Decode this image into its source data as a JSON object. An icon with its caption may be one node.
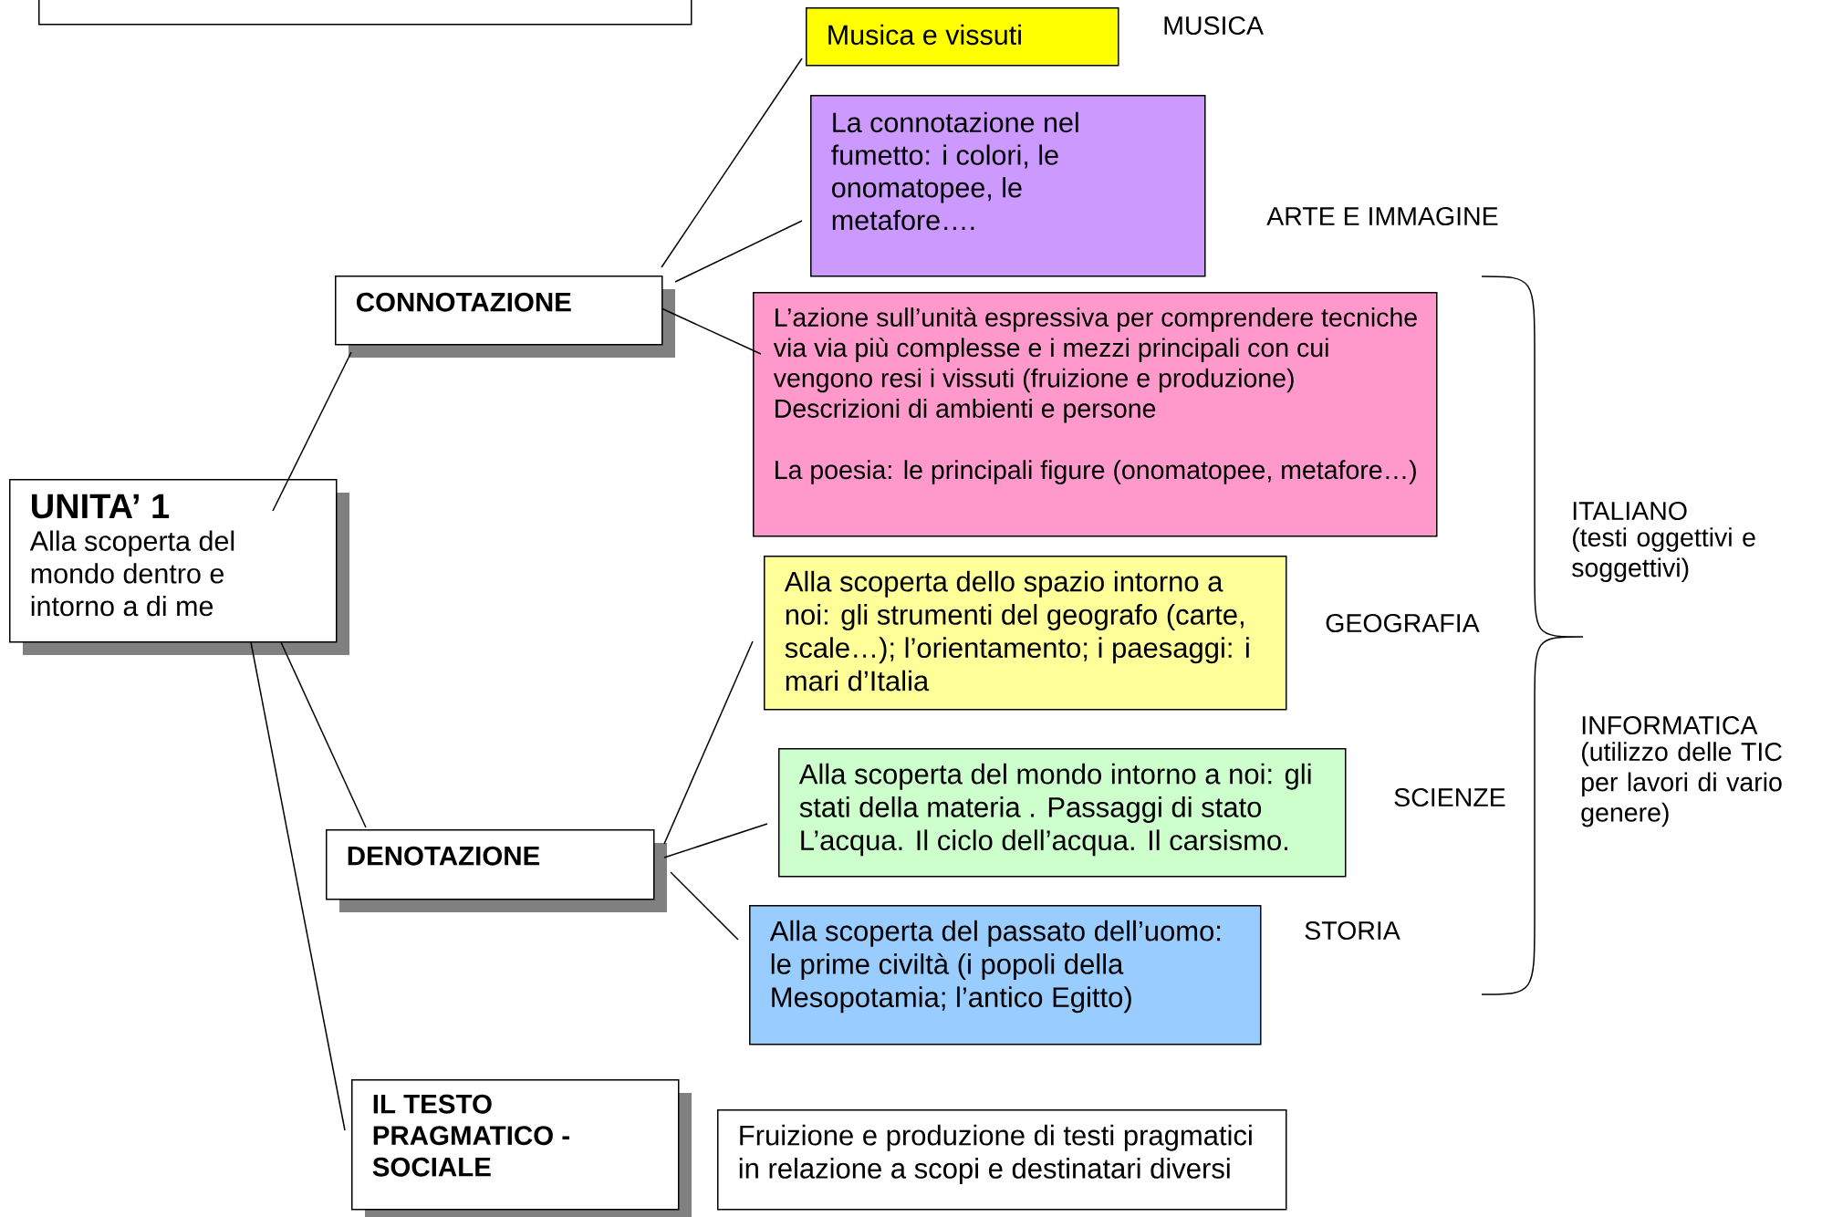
{
  "diagram": {
    "nodes": [
      {
        "text": [],
        "shape": "box"
      },
      {
        "text": [
          "UNITA’ 1",
          "Alla scoperta del mondo dentro e intorno a di me"
        ]
      },
      {
        "text": [
          "CONNOTAZIONE"
        ]
      },
      {
        "text": [
          "DENOTAZIONE"
        ]
      },
      {
        "text": [
          "IL TESTO PRAGMATICO - SOCIALE"
        ]
      },
      {
        "text": [
          "Musica e vissuti"
        ]
      },
      {
        "text": [
          "La connotazione nel fumetto: i colori, le onomatopee, le metafore…."
        ]
      },
      {
        "text": [
          "L’azione sull’unità espressiva per comprendere tecniche via via più complesse e i mezzi principali con cui vengono resi i vissuti (fruizione e produzione)",
          "Descrizioni di ambienti e persone",
          "La poesia: le principali figure (onomatopee, metafore…)"
        ]
      },
      {
        "text": [
          "Alla scoperta dello spazio intorno a noi: gli strumenti del geografo (carte, scale…); l’orientamento; i paesaggi: i mari d’Italia"
        ]
      },
      {
        "text": [
          "Alla scoperta del mondo intorno a noi: gli stati della materia . Passaggi di stato L’acqua. Il ciclo dell’acqua. Il carsismo."
        ]
      },
      {
        "text": [
          "Alla scoperta del passato dell’uomo: le prime civiltà (i popoli della Mesopotamia; l’antico Egitto)"
        ]
      },
      {
        "text": [
          "Fruizione e produzione di testi pragmatici in relazione a scopi e destinatari diversi"
        ]
      }
    ],
    "edges": [
      {
        "from": 1,
        "to": 2,
        "arrow": "none"
      },
      {
        "from": 1,
        "to": 3,
        "arrow": "none"
      },
      {
        "from": 1,
        "to": 4,
        "arrow": "none"
      },
      {
        "from": 2,
        "to": 5,
        "arrow": "none"
      },
      {
        "from": 2,
        "to": 6,
        "arrow": "none"
      },
      {
        "from": 2,
        "to": 7,
        "arrow": "none"
      },
      {
        "from": 3,
        "to": 8,
        "arrow": "none"
      },
      {
        "from": 3,
        "to": 9,
        "arrow": "none"
      },
      {
        "from": 3,
        "to": 10,
        "arrow": "none"
      }
    ],
    "labels": [
      "MUSICA",
      "ARTE E  IMMAGINE",
      "ITALIANO",
      "(testi oggettivi e soggettivi)",
      "GEOGRAFIA",
      "INFORMATICA",
      "(utilizzo delle TIC per lavori di vario genere)",
      "SCIENZE",
      "STORIA"
    ]
  }
}
